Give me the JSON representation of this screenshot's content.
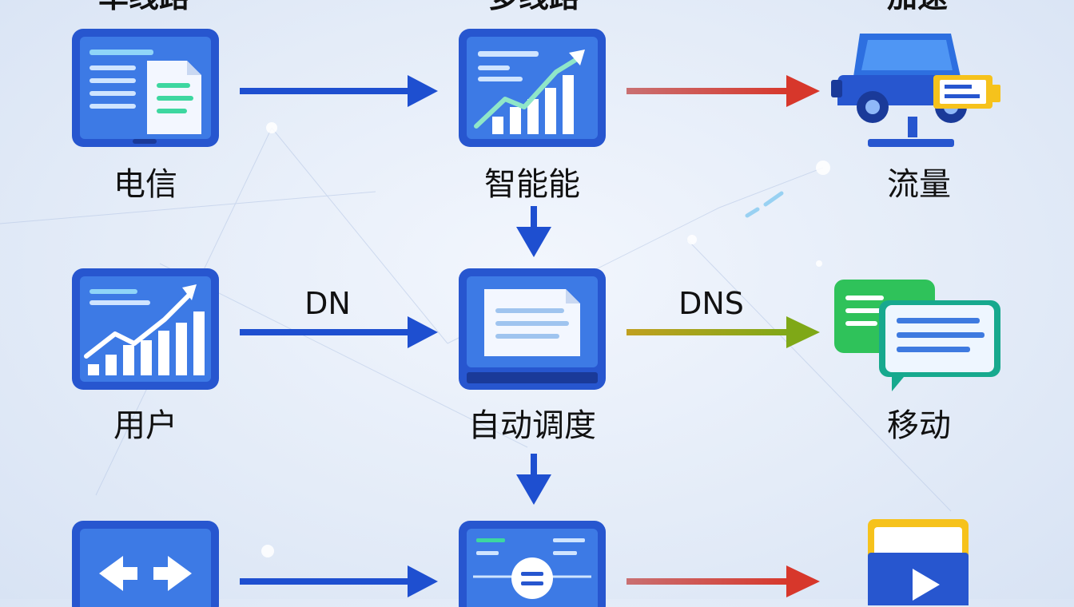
{
  "headers": {
    "col1": "单线路",
    "col2": "多线路",
    "col3": "加速"
  },
  "labels": {
    "telecom": "电信",
    "smart": "智能能",
    "traffic": "流量",
    "user": "用户",
    "auto": "自动调度",
    "mobile": "移动"
  },
  "edge_labels": {
    "dn": "DN",
    "dns": "DNS"
  },
  "colors": {
    "blue": "#1e4fd0",
    "red": "#d7372b",
    "green": "#7fa817",
    "tile": "#2756cf"
  }
}
